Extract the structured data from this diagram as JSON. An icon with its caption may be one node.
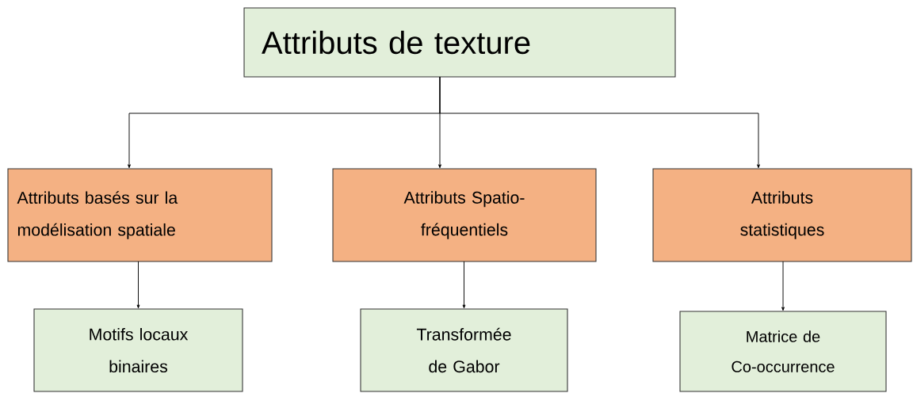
{
  "diagram": {
    "nodes": [
      {
        "text": [
          "Attributs de texture"
        ]
      },
      {
        "text": [
          "Attributs basés sur la modélisation spatiale"
        ]
      },
      {
        "text": [
          "Attributs Spatio-fréquentiels"
        ]
      },
      {
        "text": [
          "Attributs statistiques"
        ]
      },
      {
        "text": [
          "Motifs locaux binaires"
        ]
      },
      {
        "text": [
          "Transformée de Gabor"
        ]
      },
      {
        "text": [
          "Matrice de Co-occurrence"
        ]
      }
    ],
    "edges": [
      {
        "from": 0,
        "to": 1,
        "arrow": "to"
      },
      {
        "from": 0,
        "to": 2,
        "arrow": "to"
      },
      {
        "from": 0,
        "to": 3,
        "arrow": "to"
      },
      {
        "from": 1,
        "to": 4,
        "arrow": "to"
      },
      {
        "from": 2,
        "to": 5,
        "arrow": "to"
      },
      {
        "from": 3,
        "to": 6,
        "arrow": "to"
      }
    ]
  }
}
